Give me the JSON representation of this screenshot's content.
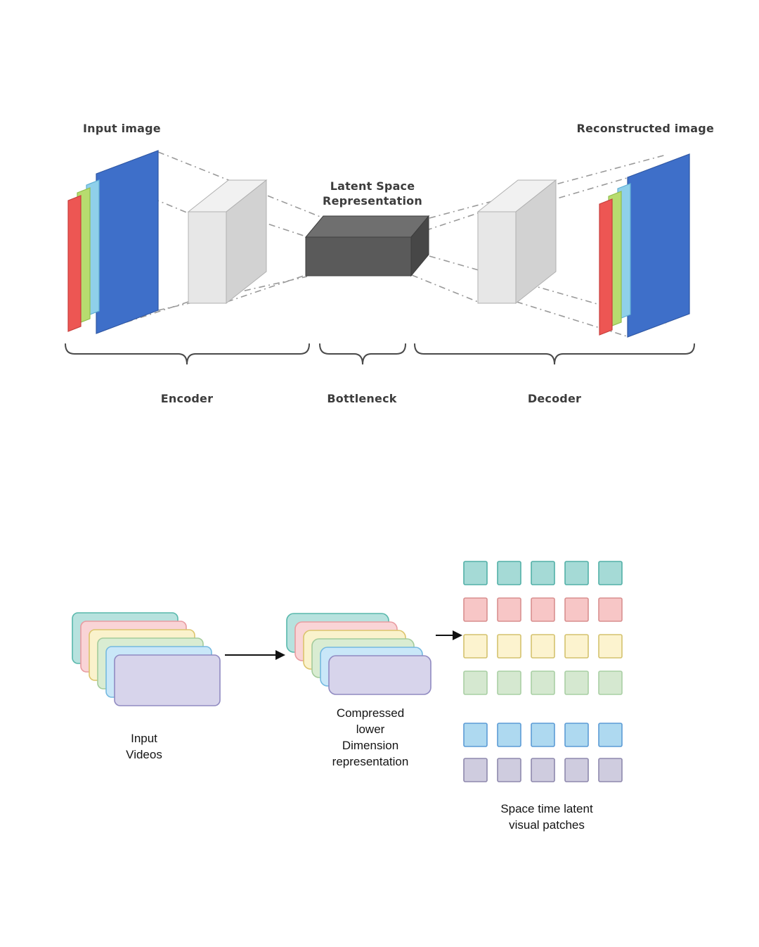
{
  "autoencoder": {
    "input_image_label": "Input image",
    "reconstructed_image_label": "Reconstructed image",
    "latent_label": [
      "Latent Space",
      "Representation"
    ],
    "encoder_label": "Encoder",
    "bottleneck_label": "Bottleneck",
    "decoder_label": "Decoder",
    "image_layers": [
      {
        "name": "red",
        "fill": "#ed5653",
        "stroke": "#c73e3c"
      },
      {
        "name": "green",
        "fill": "#b7dc6f",
        "stroke": "#90bd4c"
      },
      {
        "name": "cyan",
        "fill": "#8fd0ea",
        "stroke": "#5fafd4"
      },
      {
        "name": "blue",
        "fill": "#3e6fc9",
        "stroke": "#2f57a3"
      }
    ],
    "encoder_box": {
      "front": "#e7e7e7",
      "top": "#f1f1f1",
      "side": "#d2d2d2",
      "stroke": "#b0b0b0"
    },
    "latent_box": {
      "front": "#5a5a5a",
      "top": "#6f6f6f",
      "side": "#474747",
      "stroke": "#3d3d3d"
    },
    "decoder_box": {
      "front": "#e7e7e7",
      "top": "#f1f1f1",
      "side": "#d2d2d2",
      "stroke": "#b0b0b0"
    }
  },
  "video_pipeline": {
    "input_videos_label": [
      "Input",
      "Videos"
    ],
    "compressed_label": [
      "Compressed",
      "lower",
      "Dimension",
      "representation"
    ],
    "patches_label": [
      "Space time latent",
      "visual patches"
    ],
    "frame_colors": [
      {
        "name": "teal",
        "fill": "#b7e2de",
        "stroke": "#58b8ac"
      },
      {
        "name": "pink",
        "fill": "#f9d4d6",
        "stroke": "#e89ba0"
      },
      {
        "name": "yellow",
        "fill": "#faf2cc",
        "stroke": "#dcc46c"
      },
      {
        "name": "green",
        "fill": "#d9ecd2",
        "stroke": "#a3cb9b"
      },
      {
        "name": "blue",
        "fill": "#c9e7f8",
        "stroke": "#74b9e0"
      },
      {
        "name": "lavender",
        "fill": "#d7d4eb",
        "stroke": "#908ac1"
      }
    ],
    "patch_rows": [
      {
        "name": "teal",
        "fill": "#a5dad6",
        "stroke": "#52b0a7"
      },
      {
        "name": "red",
        "fill": "#f7c6c6",
        "stroke": "#d88f8f"
      },
      {
        "name": "yellow",
        "fill": "#fcf3cf",
        "stroke": "#d4c26e"
      },
      {
        "name": "green",
        "fill": "#d5e8d0",
        "stroke": "#a9cfa4"
      },
      {
        "name": "blue",
        "fill": "#aed9f0",
        "stroke": "#5b9bd5"
      },
      {
        "name": "purple",
        "fill": "#cfccdf",
        "stroke": "#8e88ad"
      }
    ],
    "grid": {
      "rows": 6,
      "cols": 5
    }
  }
}
